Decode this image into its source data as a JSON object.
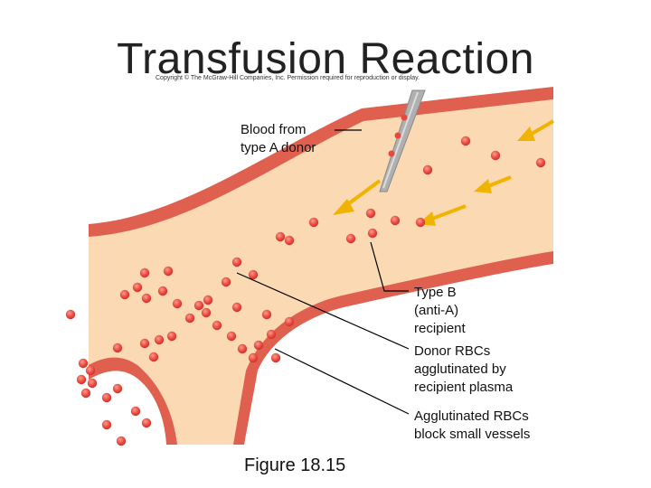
{
  "title": "Transfusion Reaction",
  "copyright": "Copyright © The McGraw-Hill Companies, Inc. Permission required for reproduction or display.",
  "labels": {
    "donor": [
      "Blood from",
      "type A donor"
    ],
    "recipient": [
      "Type B",
      "(anti-A)",
      "recipient"
    ],
    "agglutinated_plasma": [
      "Donor RBCs",
      "agglutinated by",
      "recipient plasma"
    ],
    "block": [
      "Agglutinated RBCs",
      "block small vessels"
    ]
  },
  "figure_caption": "Figure 18.15",
  "colors": {
    "vessel_wall": "#e06050",
    "plasma": "#fbd9b3",
    "rbc": "#e8483e",
    "arrow": "#f0b400",
    "needle": "#a8a8a8"
  }
}
